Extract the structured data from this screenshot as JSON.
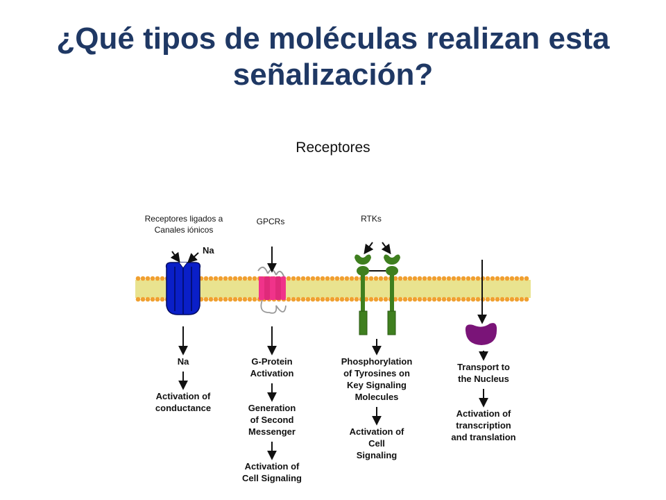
{
  "slide": {
    "title_line1": "¿Qué tipos de moléculas realizan esta",
    "title_line2": "señalización?",
    "subtitle": "Receptores"
  },
  "receptors": {
    "ion_channel": {
      "label_line1": "Receptores ligados a",
      "label_line2": "Canales iónicos",
      "ion_label": "Na",
      "steps": [
        [
          "Na"
        ],
        [
          "Activation of",
          "conductance"
        ]
      ]
    },
    "gpcr": {
      "label": "GPCRs",
      "steps": [
        [
          "G-Protein",
          "Activation"
        ],
        [
          "Generation",
          "of Second",
          "Messenger"
        ],
        [
          "Activation of",
          "Cell Signaling"
        ]
      ]
    },
    "rtk": {
      "label": "RTKs",
      "steps": [
        [
          "Phosphorylation",
          "of Tyrosines on",
          "Key Signaling",
          "Molecules"
        ],
        [
          "Activation of",
          "Cell",
          "Signaling"
        ]
      ]
    },
    "nuclear": {
      "steps": [
        [
          "Transport to",
          "the Nucleus"
        ],
        [
          "Activation of",
          "transcription",
          "and translation"
        ]
      ]
    }
  },
  "colors": {
    "title": "#1f3864",
    "ion_channel": "#0a1fc8",
    "gpcr": "#f0338a",
    "rtk": "#3f7f1f",
    "nuclear_receptor": "#7a1478",
    "membrane_heads": "#f0a030",
    "membrane_tails": "#e9e38f"
  }
}
